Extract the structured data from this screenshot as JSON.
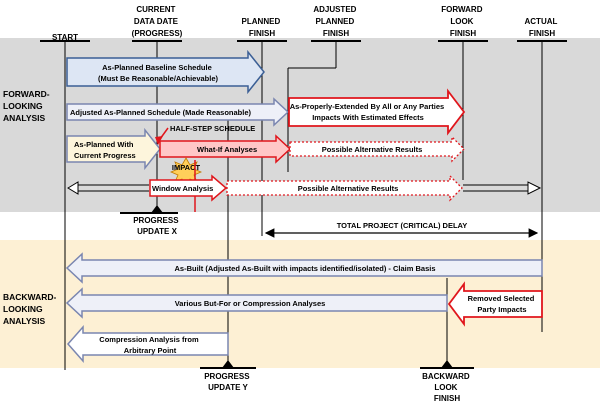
{
  "milestones": {
    "start": "START",
    "current_data_date": [
      "CURRENT",
      "DATA DATE",
      "(PROGRESS)"
    ],
    "planned_finish": [
      "PLANNED",
      "FINISH"
    ],
    "adjusted_planned_finish": [
      "ADJUSTED",
      "PLANNED",
      "FINISH"
    ],
    "forward_look_finish": [
      "FORWARD",
      "LOOK",
      "FINISH"
    ],
    "actual_finish": [
      "ACTUAL",
      "FINISH"
    ],
    "progress_update_x": [
      "PROGRESS",
      "UPDATE X"
    ],
    "progress_update_y": [
      "PROGRESS",
      "UPDATE Y"
    ],
    "backward_look_finish": [
      "BACKWARD",
      "LOOK",
      "FINISH"
    ]
  },
  "sections": {
    "forward": [
      "FORWARD-",
      "LOOKING",
      "ANALYSIS"
    ],
    "backward": [
      "BACKWARD-",
      "LOOKING",
      "ANALYSIS"
    ]
  },
  "bars": {
    "as_planned_baseline": [
      "As-Planned Baseline Schedule",
      "(Must Be Reasonable/Achievable)"
    ],
    "adjusted_as_planned": "Adjusted As-Planned Schedule (Made Reasonable)",
    "properly_extended": [
      "As-Properly-Extended By All or Any Parties",
      "Impacts With Estimated Effects"
    ],
    "half_step": "HALF-STEP SCHEDULE",
    "as_planned_progress": [
      "As-Planned With",
      "Current Progress"
    ],
    "what_if": "What-If Analyses",
    "possible_alt_1": "Possible Alternative Results",
    "impact": "IMPACT",
    "window_analysis": "Window Analysis",
    "possible_alt_2": "Possible Alternative Results",
    "total_delay": "TOTAL PROJECT (CRITICAL) DELAY",
    "as_built": "As-Built (Adjusted As-Built with impacts identified/isolated) - Claim Basis",
    "but_for": "Various But-For or Compression Analyses",
    "removed_party": [
      "Removed Selected",
      "Party Impacts"
    ],
    "compression": [
      "Compression Analysis from",
      "Arbitrary Point"
    ]
  },
  "colors": {
    "forward_band": "#d9d9d9",
    "backward_band": "#fdf0d4",
    "bar_fill": "#eef0f8",
    "bar_border": "#7a86b0",
    "baseline_fill": "#dde6f4",
    "baseline_border": "#3b5f95",
    "red": "#e0161c",
    "progress_fill": "#fdf5dc"
  }
}
